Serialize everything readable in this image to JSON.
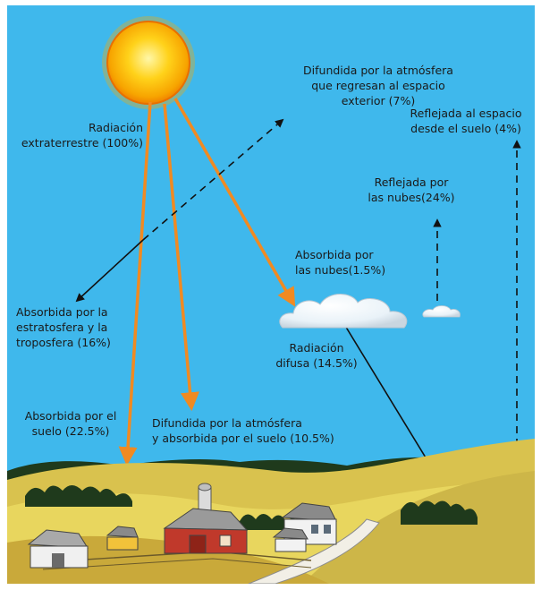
{
  "labels": {
    "radiacion_extraterrestre": "Radiación\nextraterrestre (100%)",
    "difundida_espacio": "Difundida por la atmósfera\nque regresan al espacio\nexterior (7%)",
    "reflejada_suelo": "Reflejada al espacio\ndesde el suelo (4%)",
    "reflejada_nubes": "Reflejada por\nlas nubes(24%)",
    "absorbida_nubes": "Absorbida por\nlas nubes(1.5%)",
    "absorbida_estratosfera": "Absorbida por la\nestratosfera y la\ntroposfera (16%)",
    "radiacion_difusa": "Radiación\ndifusa (14.5%)",
    "absorbida_suelo": "Absorbida por el\nsuelo (22.5%)",
    "difundida_suelo": "Difundida por la atmósfera\ny absorbida por el suelo (10.5%)"
  },
  "colors": {
    "sky": "#3fb8ec",
    "sun_core": "#ffd21a",
    "sun_rim": "#f28c00",
    "ray_arrow": "#f08a22",
    "field_light": "#e8d65e",
    "field_dark": "#b8a23a",
    "trees": "#1f3a1c",
    "barn": "#c0392b"
  }
}
